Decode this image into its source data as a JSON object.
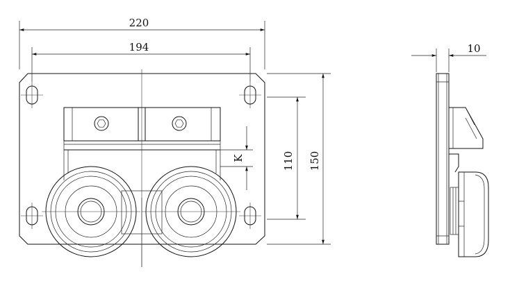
{
  "dimensions": {
    "overall_width": "220",
    "hole_spacing_width": "194",
    "bracket_height": "110",
    "overall_height": "150",
    "offset_k": "K",
    "thickness": "10"
  },
  "colors": {
    "line": "#111111",
    "background": "#ffffff"
  }
}
